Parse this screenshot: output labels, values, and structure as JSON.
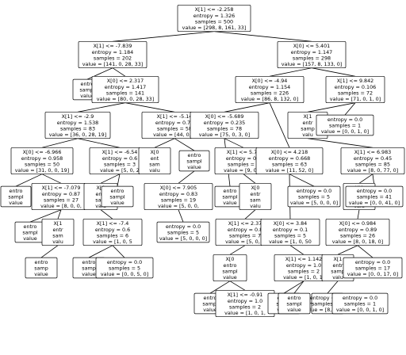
{
  "nodes": [
    {
      "id": "n0",
      "lines": [
        "X[1] <= -2.258",
        "entropy = 1.326",
        "samples = 500",
        "value = [298, 8, 161, 33]"
      ]
    },
    {
      "id": "n1",
      "lines": [
        "X[1] <= -7.839",
        "entropy = 1.184",
        "samples = 202",
        "value = [141, 0, 28, 33]"
      ]
    },
    {
      "id": "n2",
      "lines": [
        "X[0] <= 5.401",
        "entropy = 1.147",
        "samples = 298",
        "value = [157, 8, 133, 0]"
      ]
    },
    {
      "id": "n3",
      "lines": [
        "entro",
        "sampl",
        "value"
      ]
    },
    {
      "id": "n4",
      "lines": [
        "X[0] <= 2.317",
        "entropy = 1.417",
        "samples = 141",
        "value = [80, 0, 28, 33]"
      ]
    },
    {
      "id": "n5",
      "lines": [
        "X[0] <= -4.94",
        "entropy = 1.154",
        "samples = 226",
        "value = [86, 8, 132, 0]"
      ]
    },
    {
      "id": "n6",
      "lines": [
        "X[1] <= 9.842",
        "entropy = 0.106",
        "samples = 72",
        "value = [71, 0, 1, 0]"
      ]
    },
    {
      "id": "n7",
      "lines": [
        "X[1] <= -2.9",
        "entropy = 1.538",
        "samples = 83",
        "value = [36, 0, 28, 19]"
      ]
    },
    {
      "id": "n8",
      "lines": [
        "X[1] <= -5.14",
        "entropy = 0.75",
        "samples = 58",
        "value = [44, 0, 0"
      ]
    },
    {
      "id": "n9",
      "lines": [
        "X[0] <= -5.689",
        "entropy = 0.235",
        "samples = 78",
        "value = [75, 0, 3, 0]"
      ]
    },
    {
      "id": "n10",
      "lines": [
        "X[1",
        "entr",
        "samp",
        "valu"
      ]
    },
    {
      "id": "n11",
      "lines": [
        "entropy = 0.0",
        "samples = 1",
        "value = [0, 0, 1, 0]"
      ]
    },
    {
      "id": "n12",
      "lines": [
        "X[0] <= -6.966",
        "entropy = 0.958",
        "samples = 50",
        "value = [31, 0, 0, 19]"
      ]
    },
    {
      "id": "n13",
      "lines": [
        "X[1] <= -6.54",
        "entropy = 0.6",
        "samples = 3",
        "value = [5, 0, 2"
      ]
    },
    {
      "id": "n14",
      "lines": [
        "X[0",
        "ent",
        "sam",
        "valu"
      ]
    },
    {
      "id": "n15",
      "lines": [
        "entro",
        "sampl",
        "value"
      ]
    },
    {
      "id": "n16",
      "lines": [
        "X[1] <= 5.78",
        "entropy = 0.8",
        "samples = 1",
        "value = [9, 0, 3"
      ]
    },
    {
      "id": "n17",
      "lines": [
        "X[0] <= 4.218",
        "entropy = 0.668",
        "samples = 63",
        "value = [11, 52, 0]"
      ]
    },
    {
      "id": "n18",
      "lines": [
        "X[1] <= 6.983",
        "entropy = 0.45",
        "samples = 85",
        "value = [8, 0, 77, 0]"
      ]
    },
    {
      "id": "n19",
      "lines": [
        "entro",
        "sampl",
        "value"
      ]
    },
    {
      "id": "n20",
      "lines": [
        "X[1] <= -7.079",
        "entropy = 0.87",
        "samples = 27",
        "value = [8, 0, 0,"
      ]
    },
    {
      "id": "n21",
      "lines": [
        "X[0",
        "entr",
        "sam",
        "valu"
      ]
    },
    {
      "id": "n22",
      "lines": [
        "entro",
        "sampl",
        "value"
      ]
    },
    {
      "id": "n23",
      "lines": [
        "X[0] <= 7.905",
        "entropy = 0.83",
        "samples = 19",
        "value = [5, 0, 0,"
      ]
    },
    {
      "id": "n24",
      "lines": [
        "entro",
        "sampl",
        "value"
      ]
    },
    {
      "id": "n25",
      "lines": [
        "X[0",
        "entr",
        "sam",
        "valu"
      ]
    },
    {
      "id": "n26",
      "lines": [
        "entropy = 0.0",
        "samples = 5",
        "value = [5, 0, 0, 0]"
      ]
    },
    {
      "id": "n27",
      "lines": [
        "X[0",
        "entr",
        "sam",
        "valu"
      ]
    },
    {
      "id": "n28",
      "lines": [
        "entropy = 0.0",
        "samples = 41",
        "value = [0, 0, 41, 0]"
      ]
    },
    {
      "id": "n29",
      "lines": [
        "entro",
        "sampl",
        "value"
      ]
    },
    {
      "id": "n30",
      "lines": [
        "X[1",
        "entr",
        "sam",
        "valu"
      ]
    },
    {
      "id": "n31",
      "lines": [
        "X[1] <= -7.4",
        "entropy = 0.6",
        "samples = 6",
        "value = [1, 0, 5"
      ]
    },
    {
      "id": "n32",
      "lines": [
        "entropy = 0.0",
        "samples = 5",
        "value = [5, 0, 0, 0]"
      ]
    },
    {
      "id": "n33",
      "lines": [
        "X[1] <= 2.37",
        "entropy = 0.8",
        "samples = 7",
        "value = [5, 0, 2"
      ]
    },
    {
      "id": "n34",
      "lines": [
        "X[0] <= 3.84",
        "entropy = 0.1",
        "samples = 5",
        "value = [1, 0, 50"
      ]
    },
    {
      "id": "n35",
      "lines": [
        "X[0] <= 0.984",
        "entropy = 0.89",
        "samples = 26",
        "value = [8, 0, 18, 0]"
      ]
    },
    {
      "id": "n36",
      "lines": [
        "entro",
        "samp",
        "value"
      ]
    },
    {
      "id": "n37",
      "lines": [
        "entro",
        "samp",
        "value"
      ]
    },
    {
      "id": "n38",
      "lines": [
        "entropy = 0.0",
        "samples = 5",
        "value = [0, 0, 5, 0]"
      ]
    },
    {
      "id": "n39",
      "lines": [
        "X[0",
        "entro",
        "sampl",
        "value"
      ]
    },
    {
      "id": "n40",
      "lines": [
        "X[1] <= 1.142",
        "entropy = 1.0",
        "samples = 2",
        "value = [1, 0, 1,"
      ]
    },
    {
      "id": "n41",
      "lines": [
        "X[1",
        "entr",
        "samp",
        "valu"
      ]
    },
    {
      "id": "n42",
      "lines": [
        "entropy = 0.0",
        "samples = 17",
        "value = [0, 0, 17, 0]"
      ]
    },
    {
      "id": "n43",
      "lines": [
        "entro",
        "sampl",
        "value"
      ]
    },
    {
      "id": "n44",
      "lines": [
        "X[1] <= -0.91",
        "entropy = 1.0",
        "samples = 2",
        "value = [1, 0, 1,"
      ]
    },
    {
      "id": "n45",
      "lines": [
        "entro",
        "sampl",
        "value"
      ]
    },
    {
      "id": "n46",
      "lines": [
        "entropy = 0.0",
        "samples = 8",
        "value = [8, 0, 0, 0]"
      ]
    },
    {
      "id": "n47",
      "lines": [
        "entro",
        "sampl",
        "value"
      ]
    },
    {
      "id": "n48",
      "lines": [
        "entropy = 0.0",
        "samples = 1",
        "value = [0, 0, 1, 0]"
      ]
    }
  ]
}
